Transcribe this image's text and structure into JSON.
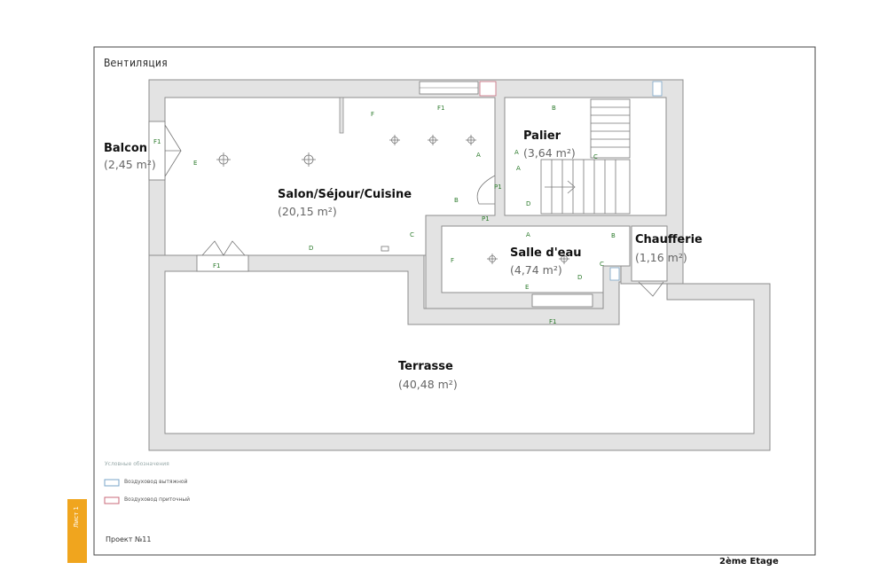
{
  "sheet": {
    "title": "Вентиляция",
    "project": "Проект №11",
    "floor": "2ème Etage",
    "side_tag": "Лист 1"
  },
  "rooms": [
    {
      "key": "balcon",
      "name": "Balcon",
      "area": "(2,45 m²)"
    },
    {
      "key": "salon",
      "name": "Salon/Séjour/Cuisine",
      "area": "(20,15 m²)"
    },
    {
      "key": "palier",
      "name": "Palier",
      "area": "(3,64 m²)"
    },
    {
      "key": "salle",
      "name": "Salle d'eau",
      "area": "(4,74 m²)"
    },
    {
      "key": "chaufferie",
      "name": "Chaufferie",
      "area": "(1,16 m²)"
    },
    {
      "key": "terrasse",
      "name": "Terrasse",
      "area": "(40,48 m²)"
    }
  ],
  "legend": {
    "title": "Условные обозначения",
    "items": [
      {
        "label": "Воздуховод вытяжной",
        "color": "#7aa6c8"
      },
      {
        "label": "Воздуховод приточный",
        "color": "#c86a7a"
      }
    ]
  },
  "markers": {
    "salon": [
      "F",
      "F1",
      "E",
      "A",
      "A",
      "C",
      "D",
      "B",
      "P1",
      "P1",
      "F1",
      "F1"
    ],
    "palier": [
      "B",
      "A",
      "C",
      "D"
    ],
    "salle": [
      "A",
      "B",
      "F",
      "C",
      "D",
      "E",
      "F1"
    ]
  },
  "colors": {
    "wall_fill": "#e3e3e3",
    "wall_stroke": "#8d8d8d",
    "marker": "#2b7a2b",
    "accent_tag": "#f0a51e"
  }
}
